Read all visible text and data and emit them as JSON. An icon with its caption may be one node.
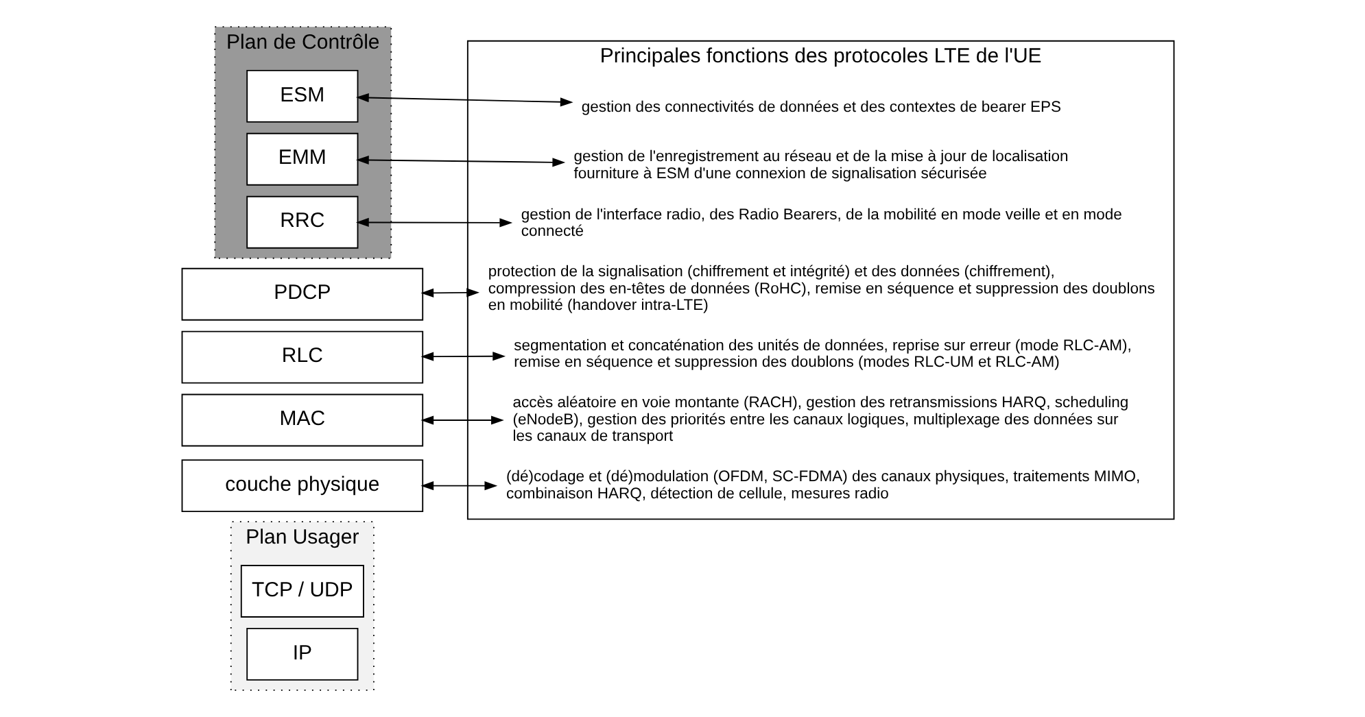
{
  "diagram": {
    "nodes": [
      {
        "text": [
          "Plan Usager"
        ]
      },
      {
        "text": [
          "TCP / UDP"
        ],
        "in": 0
      },
      {
        "text": [
          "IP"
        ],
        "in": 0
      },
      {
        "text": [
          "Plan de Contrôle"
        ]
      },
      {
        "text": [
          "ESM"
        ],
        "in": 3
      },
      {
        "text": [
          "EMM"
        ],
        "in": 3
      },
      {
        "text": [
          "RRC"
        ],
        "in": 3
      },
      {
        "text": [
          "PDCP"
        ]
      },
      {
        "text": [
          "RLC"
        ]
      },
      {
        "text": [
          "MAC"
        ]
      },
      {
        "text": [
          "couche physique"
        ]
      },
      {
        "text": [
          "Principales fonctions des protocoles LTE de l'UE"
        ]
      },
      {
        "text": [
          "gestion des connectivités de données et des contextes de bearer EPS"
        ],
        "in": 11
      },
      {
        "text": [
          "gestion de l'enregistrement au réseau et de la mise à jour de localisation",
          "fourniture à ESM d'une connexion de signalisation sécurisée"
        ],
        "in": 11
      },
      {
        "text": [
          "gestion de l'interface radio, des Radio Bearers, de la mobilité en mode veille et en mode connecté"
        ],
        "in": 11
      },
      {
        "text": [
          "protection de la signalisation (chiffrement et intégrité) et des données (chiffrement), compression des en-têtes de données (RoHC), remise en séquence et suppression des doublons en mobilité (handover intra-LTE)"
        ],
        "in": 11
      },
      {
        "text": [
          "segmentation et concaténation des unités de données, reprise sur erreur (mode RLC-AM), remise en séquence et suppression des doublons (modes RLC-UM et RLC-AM)"
        ],
        "in": 11
      },
      {
        "text": [
          "accès aléatoire en voie montante (RACH), gestion des retransmissions HARQ, scheduling (eNodeB), gestion des priorités entre les canaux logiques, multiplexage des données sur les canaux de transport"
        ],
        "in": 11
      },
      {
        "text": [
          "(dé)codage et (dé)modulation (OFDM, SC-FDMA) des canaux physiques, traitements MIMO, combinaison HARQ, détection de cellule, mesures radio"
        ],
        "in": 11
      }
    ],
    "edges": [
      {
        "from": 4,
        "to": 12,
        "arrow": "both"
      },
      {
        "from": 5,
        "to": 13,
        "arrow": "both"
      },
      {
        "from": 6,
        "to": 14,
        "arrow": "both"
      },
      {
        "from": 7,
        "to": 15,
        "arrow": "both"
      },
      {
        "from": 8,
        "to": 16,
        "arrow": "both"
      },
      {
        "from": 9,
        "to": 17,
        "arrow": "both"
      },
      {
        "from": 10,
        "to": 18,
        "arrow": "both"
      }
    ]
  }
}
